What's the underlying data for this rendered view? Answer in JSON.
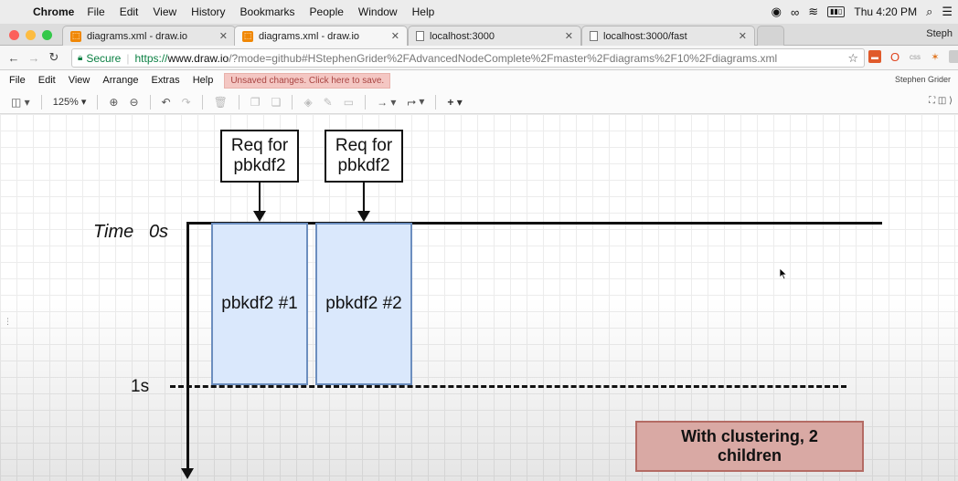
{
  "menubar": {
    "app": "Chrome",
    "items": [
      "File",
      "Edit",
      "View",
      "History",
      "Bookmarks",
      "People",
      "Window",
      "Help"
    ],
    "clock": "Thu 4:20 PM"
  },
  "tabs": [
    {
      "title": "diagrams.xml - draw.io",
      "icon": "drawio-icon"
    },
    {
      "title": "diagrams.xml - draw.io",
      "icon": "drawio-icon"
    },
    {
      "title": "localhost:3000",
      "icon": "page-icon"
    },
    {
      "title": "localhost:3000/fast",
      "icon": "page-icon"
    }
  ],
  "profile_name": "Steph",
  "address": {
    "secure_label": "Secure",
    "scheme": "https://",
    "host": "www.draw.io",
    "path": "/?mode=github#HStephenGrider%2FAdvancedNodeComplete%2Fmaster%2Fdiagrams%2F10%2Fdiagrams.xml"
  },
  "drawio_menu": {
    "items": [
      "File",
      "Edit",
      "View",
      "Arrange",
      "Extras",
      "Help"
    ],
    "unsaved_notice": "Unsaved changes. Click here to save.",
    "user": "Stephen Grider"
  },
  "toolbar": {
    "zoom": "125%"
  },
  "diagram": {
    "requests": [
      "Req for pbkdf2",
      "Req for pbkdf2"
    ],
    "time_label": "Time   0s",
    "one_second_label": "1s",
    "processes": [
      "pbkdf2 #1",
      "pbkdf2 #2"
    ],
    "note": "With clustering, 2 children"
  },
  "colors": {
    "process_fill": "#dae8fc",
    "process_border": "#6c8ebf",
    "note_fill": "#d9a9a4",
    "note_border": "#b46b64",
    "unsaved_bg": "#f4c7c3"
  }
}
